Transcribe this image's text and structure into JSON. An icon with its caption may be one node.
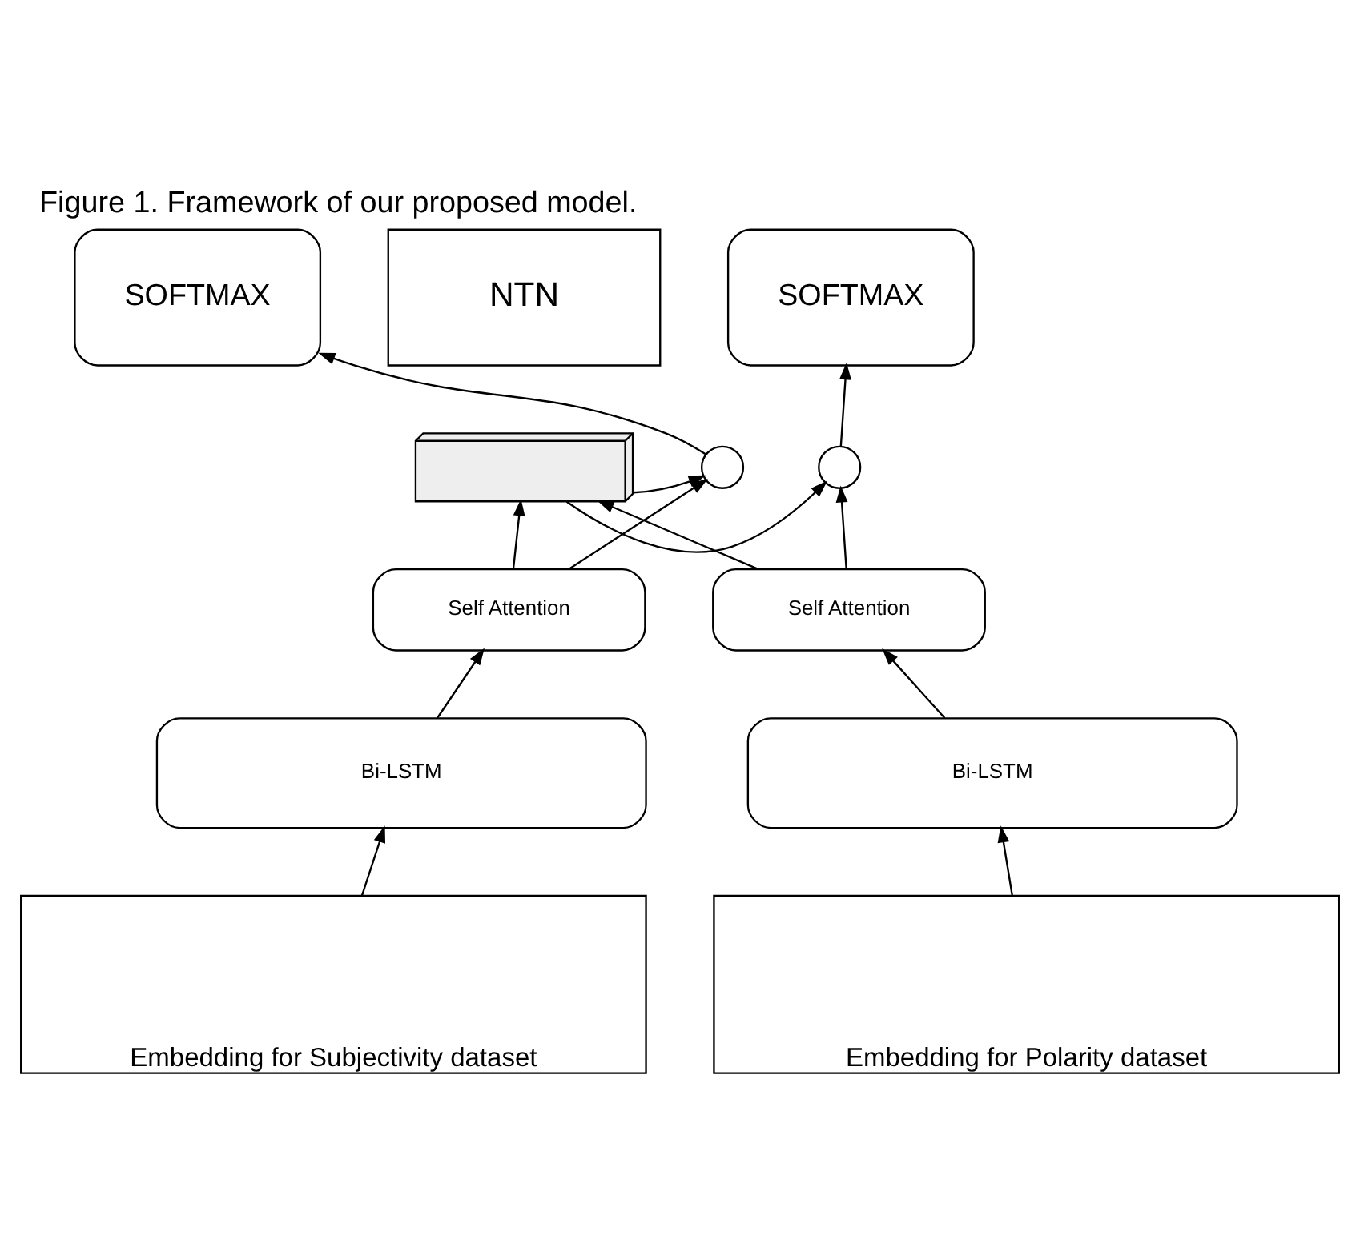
{
  "diagram": {
    "title": "Figure 1. Framework of our proposed model.",
    "nodes": [
      {
        "text": [
          "SOFTMAX"
        ]
      },
      {
        "text": [
          "NTN"
        ]
      },
      {
        "text": [
          "SOFTMAX"
        ]
      },
      {
        "text": [],
        "shape": "circle"
      },
      {
        "text": [],
        "shape": "box"
      },
      {
        "text": [],
        "shape": "circle"
      },
      {
        "text": [
          "Self Attention"
        ]
      },
      {
        "text": [
          "Self Attention"
        ]
      },
      {
        "text": [
          "Bi-LSTM"
        ]
      },
      {
        "text": [
          "Bi-LSTM"
        ]
      },
      {
        "text": [
          "Embedding for Subjectivity dataset"
        ]
      },
      {
        "text": [
          "Embedding for Polarity dataset"
        ]
      }
    ],
    "edges": [
      {
        "from": 3,
        "to": 0,
        "arrow": "to"
      },
      {
        "from": 4,
        "to": 3,
        "arrow": "to"
      },
      {
        "from": 6,
        "to": 3,
        "arrow": "to"
      },
      {
        "from": 6,
        "to": 4,
        "arrow": "to"
      },
      {
        "from": 7,
        "to": 4,
        "arrow": "to"
      },
      {
        "from": 4,
        "to": 5,
        "arrow": "to"
      },
      {
        "from": 7,
        "to": 5,
        "arrow": "to"
      },
      {
        "from": 5,
        "to": 2,
        "arrow": "to"
      },
      {
        "from": 8,
        "to": 6,
        "arrow": "to"
      },
      {
        "from": 9,
        "to": 7,
        "arrow": "to"
      },
      {
        "from": 10,
        "to": 8,
        "arrow": "to"
      },
      {
        "from": 11,
        "to": 9,
        "arrow": "to"
      }
    ]
  }
}
